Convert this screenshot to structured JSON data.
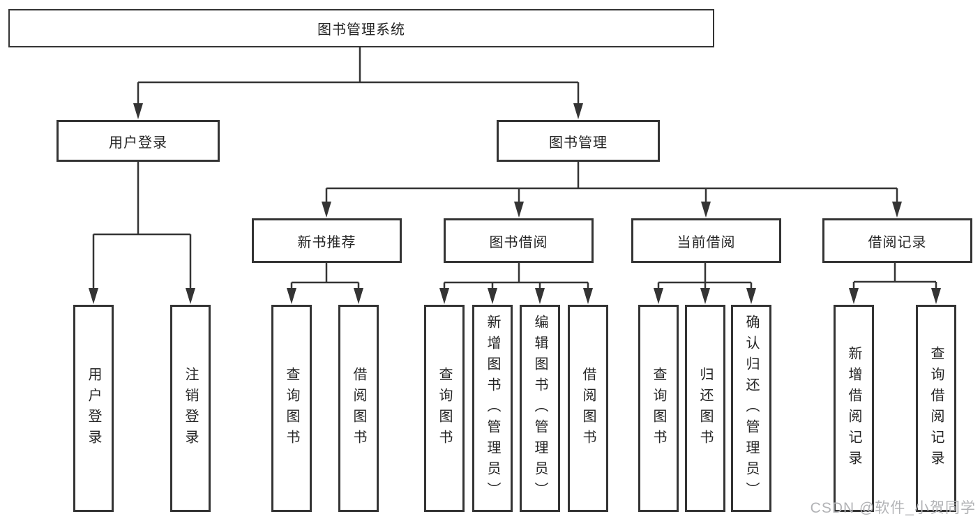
{
  "colors": {
    "line": "#343434",
    "box_border": "#343434",
    "text": "#252525",
    "background": "#ffffff",
    "watermark": "#b2b3b6"
  },
  "watermark": {
    "text": "CSDN @软件_小贺同学"
  },
  "tree": {
    "root": {
      "label": "图书管理系统"
    },
    "branches": [
      {
        "label": "用户登录",
        "children": [
          {
            "label": "用户登录"
          },
          {
            "label": "注销登录"
          }
        ]
      },
      {
        "label": "图书管理",
        "children": [
          {
            "label": "新书推荐",
            "children": [
              {
                "label": "查询图书"
              },
              {
                "label": "借阅图书"
              }
            ]
          },
          {
            "label": "图书借阅",
            "children": [
              {
                "label": "查询图书"
              },
              {
                "label": "新增图书（管理员）"
              },
              {
                "label": "编辑图书（管理员）"
              },
              {
                "label": "借阅图书"
              }
            ]
          },
          {
            "label": "当前借阅",
            "children": [
              {
                "label": "查询图书"
              },
              {
                "label": "归还图书"
              },
              {
                "label": "确认归还（管理员）"
              }
            ]
          },
          {
            "label": "借阅记录",
            "children": [
              {
                "label": "新增借阅记录"
              },
              {
                "label": "查询借阅记录"
              }
            ]
          }
        ]
      }
    ]
  }
}
